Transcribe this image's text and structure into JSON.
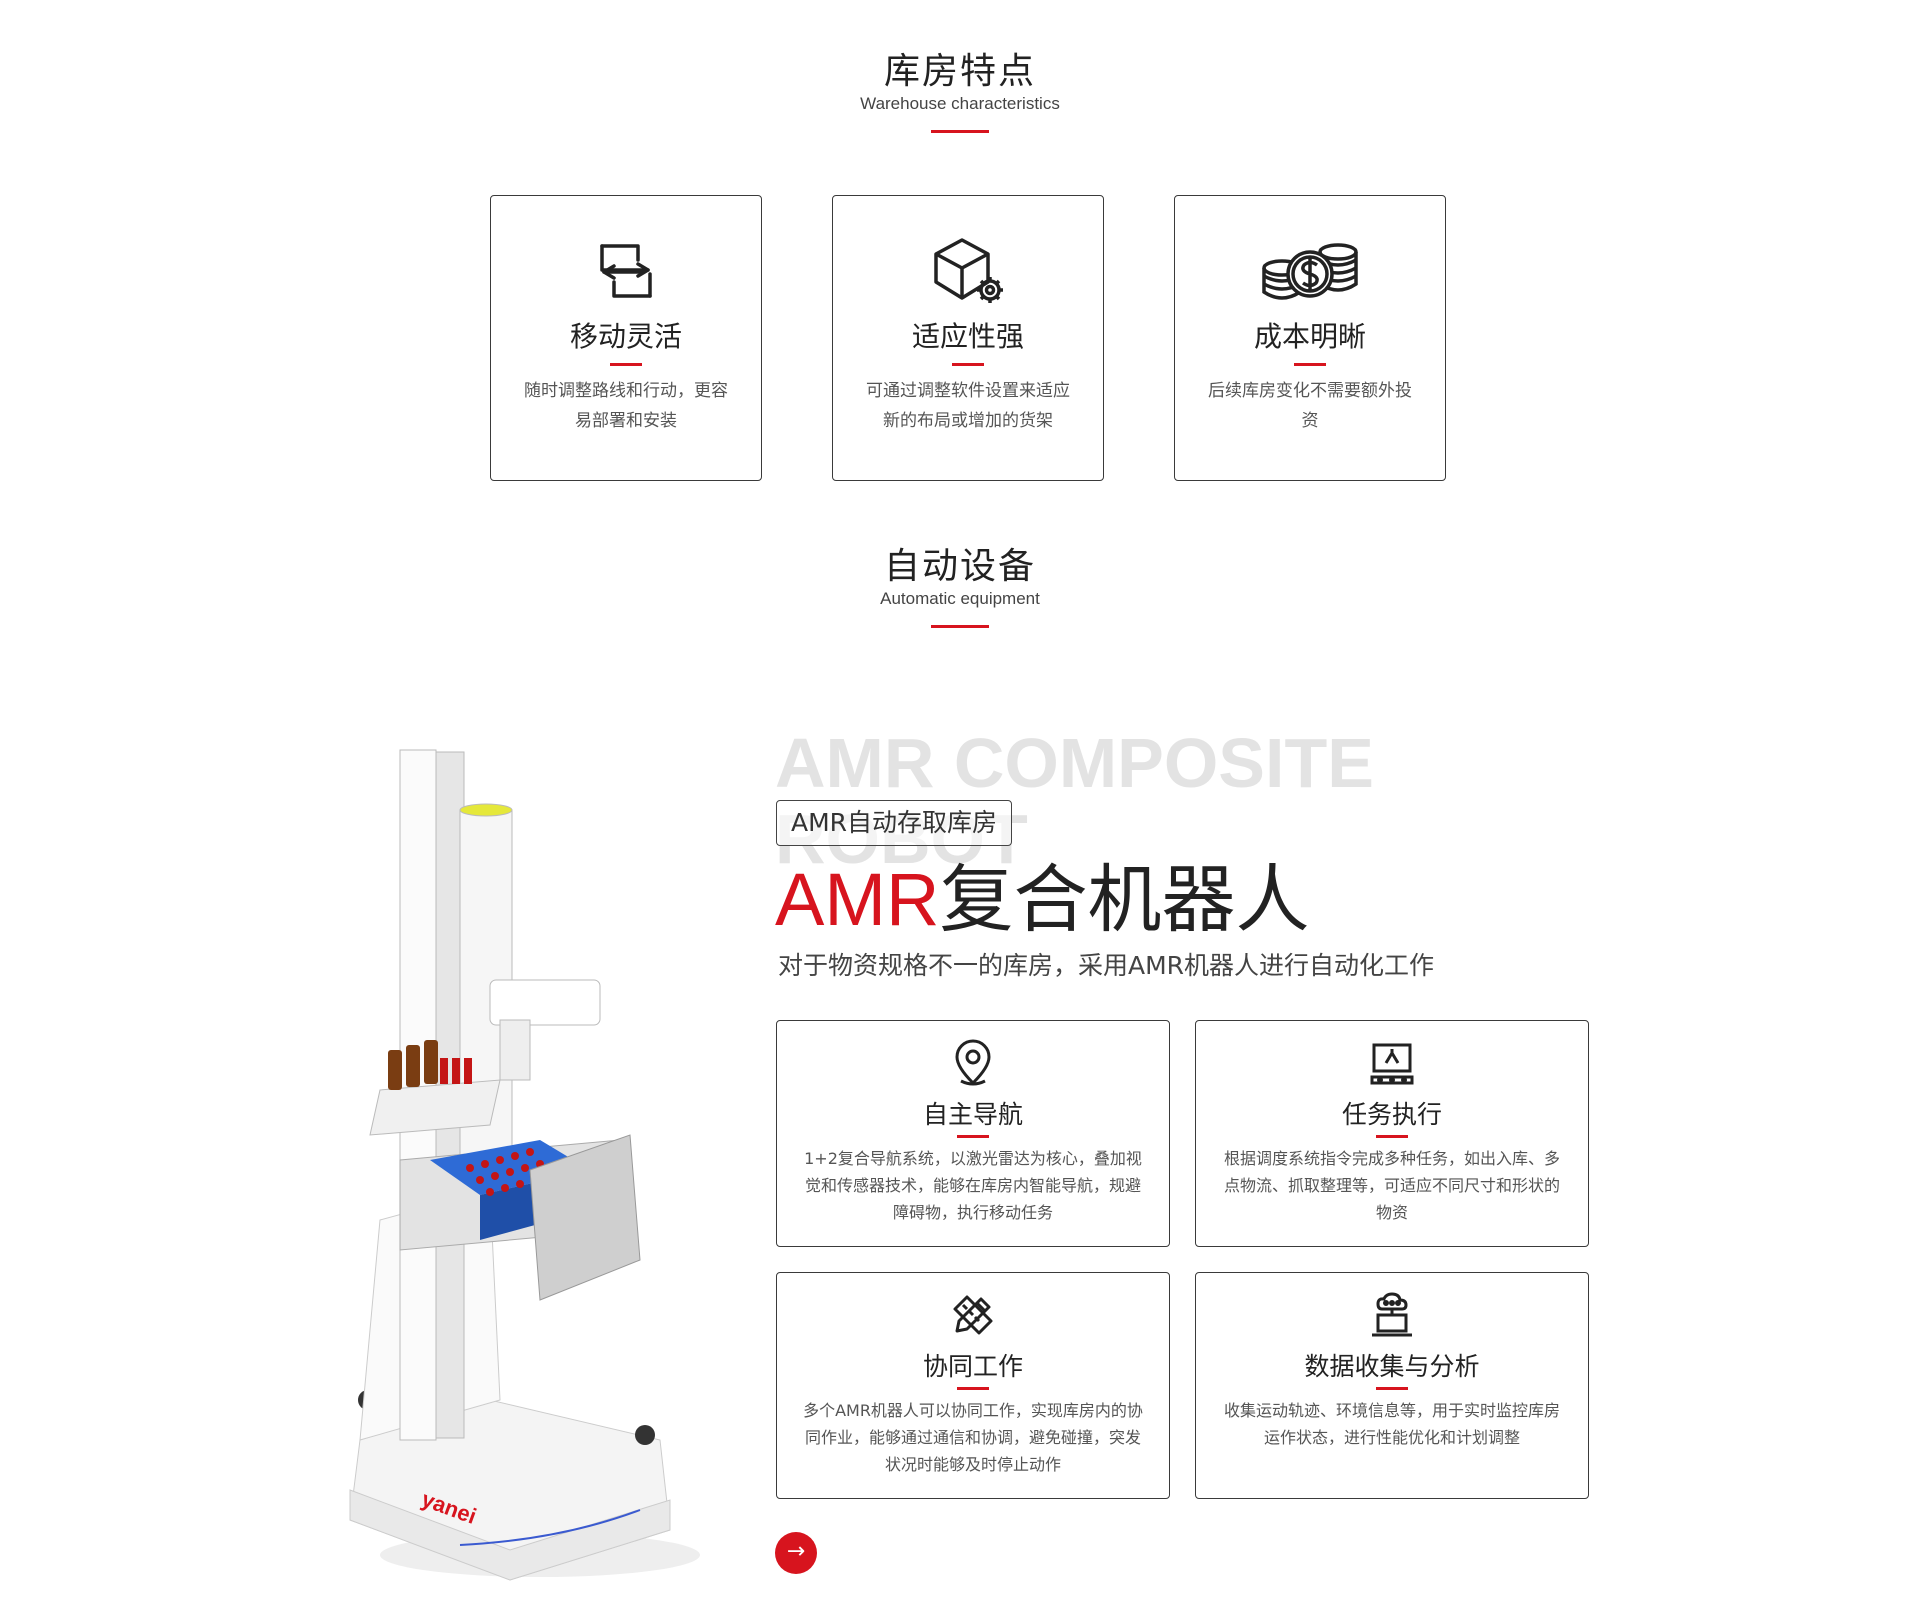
{
  "section1": {
    "title": "库房特点",
    "subtitle": "Warehouse characteristics"
  },
  "features": [
    {
      "icon": "transfer-arrows-icon",
      "title": "移动灵活",
      "desc": "随时调整路线和行动，更容易部署和安装"
    },
    {
      "icon": "box-gear-icon",
      "title": "适应性强",
      "desc": "可通过调整软件设置来适应新的布局或增加的货架"
    },
    {
      "icon": "coins-dollar-icon",
      "title": "成本明晰",
      "desc": "后续库房变化不需要额外投资"
    }
  ],
  "section2": {
    "title": "自动设备",
    "subtitle": "Automatic equipment"
  },
  "amr": {
    "watermark": "AMR COMPOSITE ROBOT",
    "tag": "AMR自动存取库房",
    "heading_red": "AMR",
    "heading_dark": "复合机器人",
    "description": "对于物资规格不一的库房，采用AMR机器人进行自动化工作",
    "robot_brand": "yanei",
    "cards": [
      {
        "icon": "location-pin-icon",
        "title": "自主导航",
        "desc": "1+2复合导航系统，以激光雷达为核心，叠加视觉和传感器技术，能够在库房内智能导航，规避障碍物，执行移动任务"
      },
      {
        "icon": "task-monitor-icon",
        "title": "任务执行",
        "desc": "根据调度系统指令完成多种任务，如出入库、多点物流、抓取整理等，可适应不同尺寸和形状的物资"
      },
      {
        "icon": "pencil-ruler-icon",
        "title": "协同工作",
        "desc": "多个AMR机器人可以协同工作，实现库房内的协同作业，能够通过通信和协调，避免碰撞，突发状况时能够及时停止动作"
      },
      {
        "icon": "data-cloud-icon",
        "title": "数据收集与分析",
        "desc": "收集运动轨迹、环境信息等，用于实时监控库房运作状态，进行性能优化和计划调整"
      }
    ],
    "next_arrow": "→"
  },
  "colors": {
    "accent": "#d7141e",
    "text": "#222222",
    "muted": "#555555",
    "border": "#3a3a3a"
  }
}
